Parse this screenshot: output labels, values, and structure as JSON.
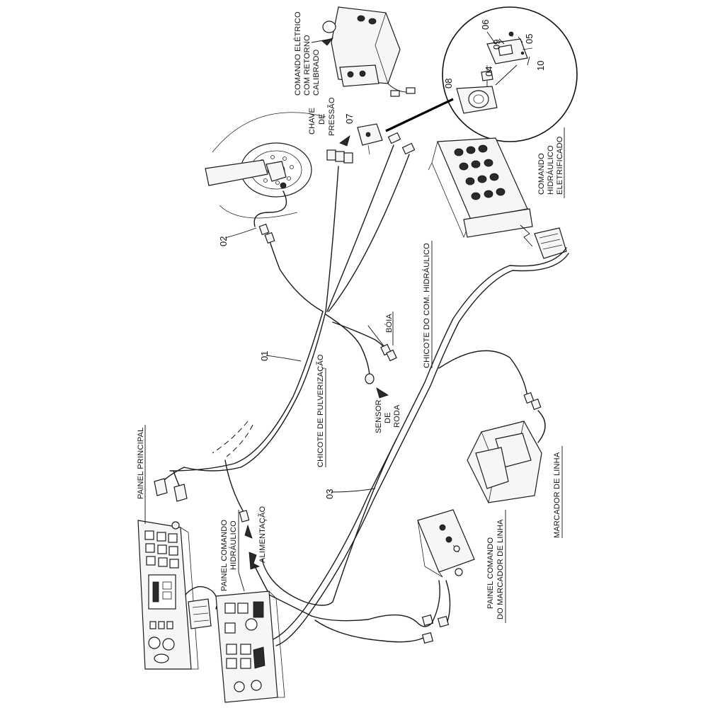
{
  "labels": {
    "comando_eletrico": [
      "COMANDO ELÉTRICO",
      "COM RETORNO",
      "CALIBRADO"
    ],
    "chave_pressao": [
      "CHAVE",
      "DE",
      "PRESSÃO"
    ],
    "comando_hidraulico": [
      "COMANDO",
      "HIDRÁULICO",
      "ELETRIFICADO"
    ],
    "chicote_pulverizacao": "CHICOTE DE PULVERIZAÇÃO",
    "chicote_com_hidraulico": "CHICOTE DO COM. HIDRÁULICO",
    "boia": "BÓIA",
    "sensor_roda": [
      "SENSOR",
      "DE",
      "RODA"
    ],
    "painel_principal": "PAINEL PRINCIPAL",
    "painel_comando_hidraulico": [
      "PAINEL COMANDO",
      "HIDRÁULICO"
    ],
    "alimentacao": "ALIMENTAÇÃO",
    "marcador_linha": "MARCADOR DE LINHA",
    "painel_comando_marcador": [
      "PAINEL COMANDO",
      "DO MARCADOR DE LINHA"
    ]
  },
  "part_numbers": {
    "p01": "01",
    "p02": "02",
    "p03": "03",
    "p04": "04",
    "p05": "05",
    "p06": "06",
    "p07": "07",
    "p08": "08",
    "p09": "09",
    "p10": "10"
  }
}
